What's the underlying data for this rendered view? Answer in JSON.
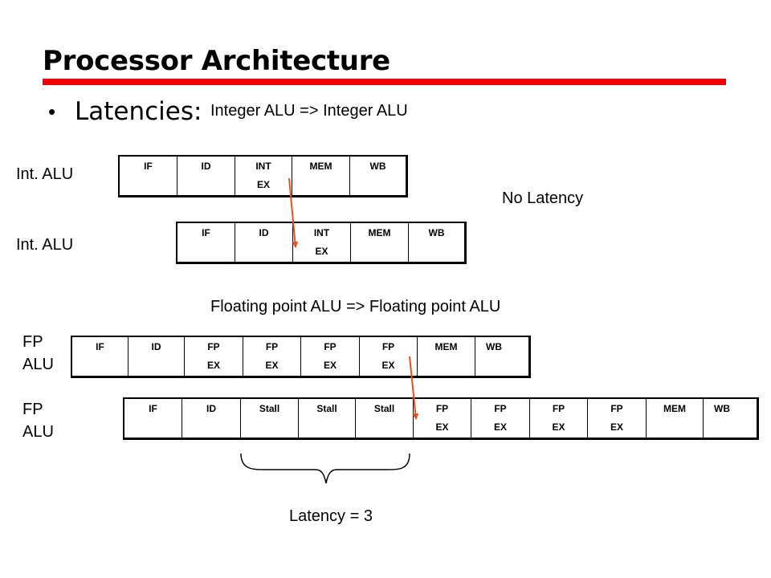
{
  "title": "Processor Architecture",
  "colors": {
    "title_rule": "#ee0000",
    "arrow": "#e8511b"
  },
  "bullet_glyph": "•",
  "latencies_heading": "Latencies:",
  "sections": {
    "integer": {
      "heading": "Integer ALU => Integer ALU",
      "note": "No Latency",
      "row1_label": "Int. ALU",
      "row2_label": "Int. ALU",
      "row1_stages": [
        "IF",
        "ID",
        "INT\nEX",
        "MEM",
        "WB"
      ],
      "row2_stages": [
        "IF",
        "ID",
        "INT\nEX",
        "MEM",
        "WB"
      ]
    },
    "fp": {
      "heading": "Floating point ALU => Floating point ALU",
      "row1_label": "FP\nALU",
      "row2_label": "FP\nALU",
      "row1_stages": [
        "IF",
        "ID",
        "FP\nEX",
        "FP\nEX",
        "FP\nEX",
        "FP\nEX",
        "MEM",
        "WB"
      ],
      "row2_stages": [
        "IF",
        "ID",
        "Stall",
        "Stall",
        "Stall",
        "FP\nEX",
        "FP\nEX",
        "FP\nEX",
        "FP\nEX",
        "MEM",
        "WB"
      ],
      "latency_label": "Latency = 3"
    }
  }
}
